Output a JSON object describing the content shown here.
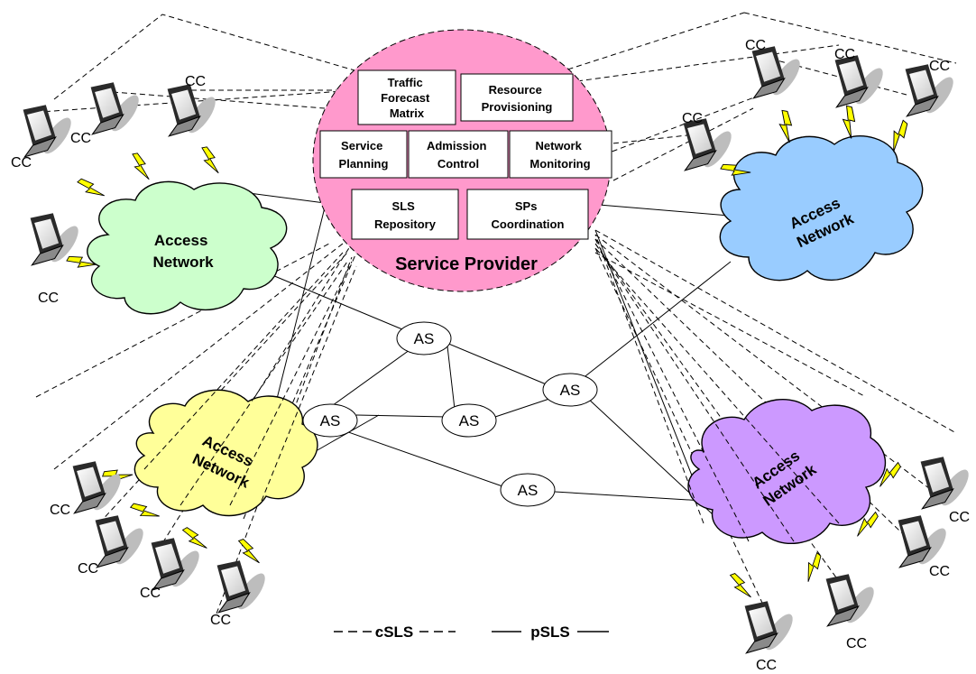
{
  "service_provider": {
    "title": "Service Provider",
    "boxes": {
      "traffic_forecast": [
        "Traffic",
        "Forecast",
        "Matrix"
      ],
      "resource_provisioning": [
        "Resource",
        "Provisioning"
      ],
      "service_planning": [
        "Service",
        "Planning"
      ],
      "admission_control": [
        "Admission",
        "Control"
      ],
      "network_monitoring": [
        "Network",
        "Monitoring"
      ],
      "sls_repository": [
        "SLS",
        "Repository"
      ],
      "sps_coordination": [
        "SPs",
        "Coordination"
      ]
    }
  },
  "access_networks": {
    "green": [
      "Access",
      "Network"
    ],
    "blue": [
      "Access",
      "Network"
    ],
    "yellow": [
      "Access",
      "Network"
    ],
    "purple": [
      "Access",
      "Network"
    ]
  },
  "as_label": "AS",
  "cc_label": "CC",
  "legend": {
    "csls": "cSLS",
    "psls": "pSLS"
  },
  "colors": {
    "service_provider": "#FF99CC",
    "green_cloud": "#CCFFCC",
    "blue_cloud": "#99CCFF",
    "yellow_cloud": "#FFFF99",
    "purple_cloud": "#CC99FF",
    "lightning": "#FFFF00"
  }
}
